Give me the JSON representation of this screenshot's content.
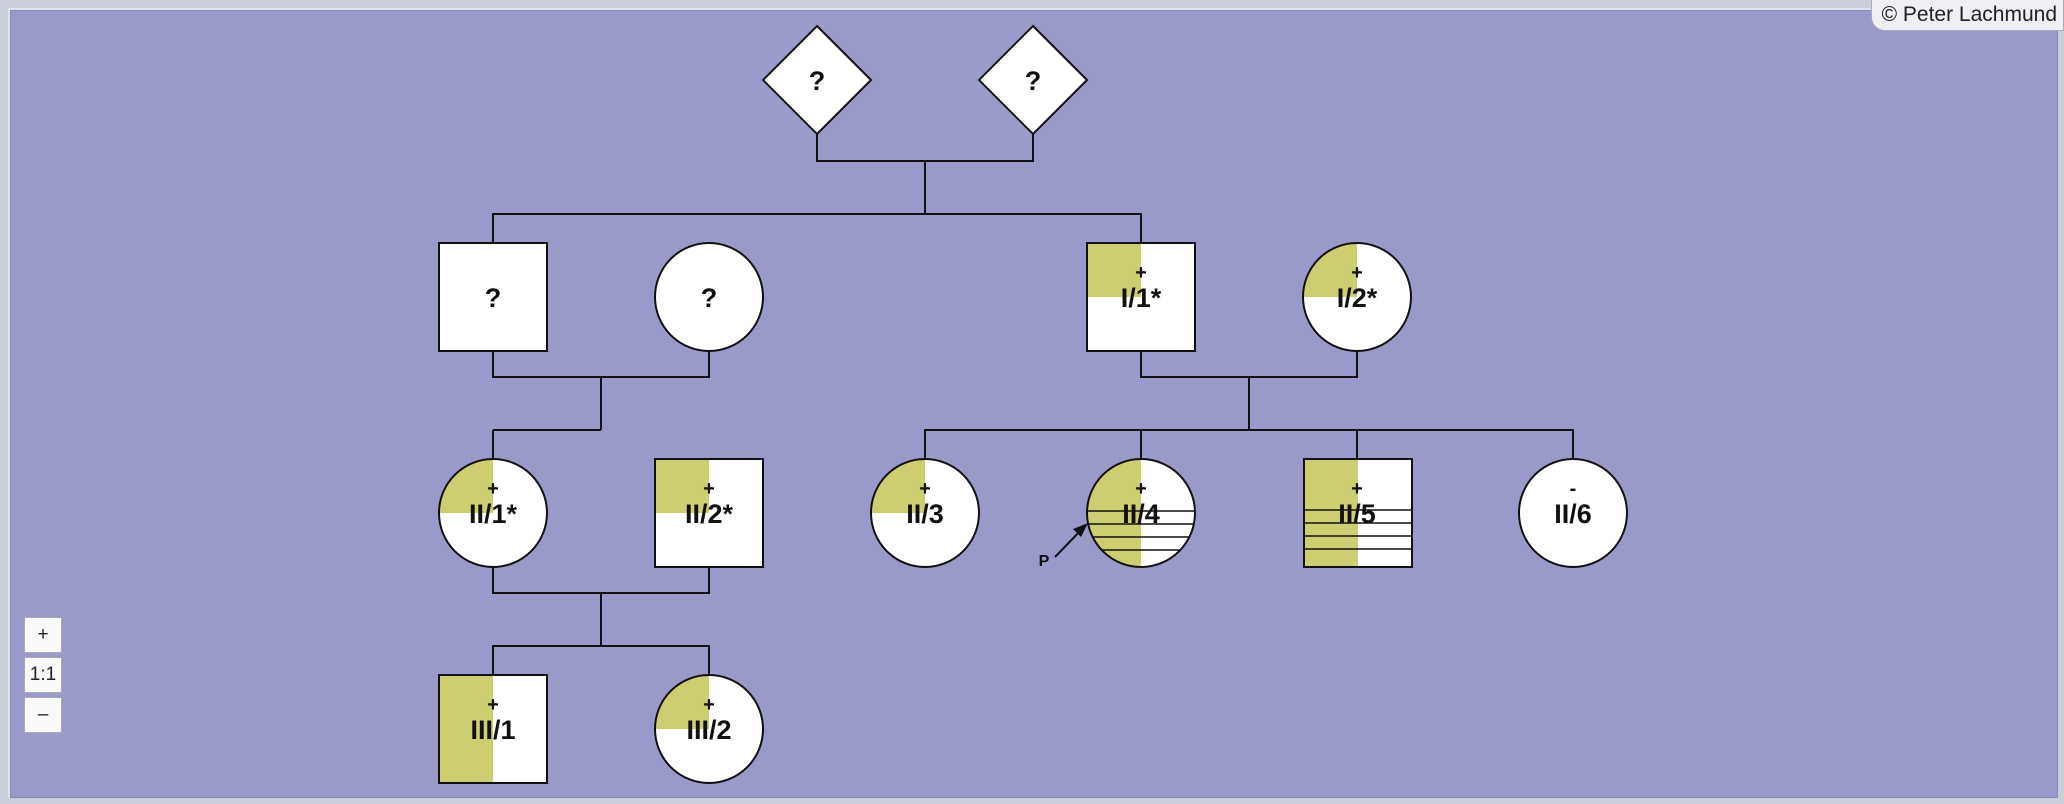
{
  "copyright": "© Peter Lachmund",
  "zoom": {
    "zoom_in": "+",
    "reset": "1:1",
    "zoom_out": "–"
  },
  "colors": {
    "background": "#999ac9",
    "affected_fill": "#cdcd72",
    "symbol_fill": "#ffffff",
    "line": "#111111"
  },
  "proband_marker": "P",
  "individuals": [
    {
      "id": "gp1",
      "shape": "diamond",
      "label": "?",
      "mark": "",
      "quadrant": false,
      "half": false,
      "hatch": false
    },
    {
      "id": "gp2",
      "shape": "diamond",
      "label": "?",
      "mark": "",
      "quadrant": false,
      "half": false,
      "hatch": false
    },
    {
      "id": "u_father",
      "shape": "square",
      "label": "?",
      "mark": "",
      "quadrant": false,
      "half": false,
      "hatch": false
    },
    {
      "id": "u_mother",
      "shape": "circle",
      "label": "?",
      "mark": "",
      "quadrant": false,
      "half": false,
      "hatch": false
    },
    {
      "id": "I-1",
      "shape": "square",
      "label": "I/1*",
      "mark": "+",
      "quadrant": true,
      "half": false,
      "hatch": false
    },
    {
      "id": "I-2",
      "shape": "circle",
      "label": "I/2*",
      "mark": "+",
      "quadrant": true,
      "half": false,
      "hatch": false
    },
    {
      "id": "II-1",
      "shape": "circle",
      "label": "II/1*",
      "mark": "+",
      "quadrant": true,
      "half": false,
      "hatch": false
    },
    {
      "id": "II-2",
      "shape": "square",
      "label": "II/2*",
      "mark": "+",
      "quadrant": true,
      "half": false,
      "hatch": false
    },
    {
      "id": "II-3",
      "shape": "circle",
      "label": "II/3",
      "mark": "+",
      "quadrant": true,
      "half": false,
      "hatch": false
    },
    {
      "id": "II-4",
      "shape": "circle",
      "label": "II/4",
      "mark": "+",
      "quadrant": false,
      "half": true,
      "hatch": true,
      "proband": true
    },
    {
      "id": "II-5",
      "shape": "square",
      "label": "II/5",
      "mark": "+",
      "quadrant": false,
      "half": true,
      "hatch": true
    },
    {
      "id": "II-6",
      "shape": "circle",
      "label": "II/6",
      "mark": "-",
      "quadrant": false,
      "half": false,
      "hatch": false
    },
    {
      "id": "III-1",
      "shape": "square",
      "label": "III/1",
      "mark": "+",
      "quadrant": false,
      "half": true,
      "hatch": false
    },
    {
      "id": "III-2",
      "shape": "circle",
      "label": "III/2",
      "mark": "+",
      "quadrant": true,
      "half": false,
      "hatch": false
    }
  ]
}
